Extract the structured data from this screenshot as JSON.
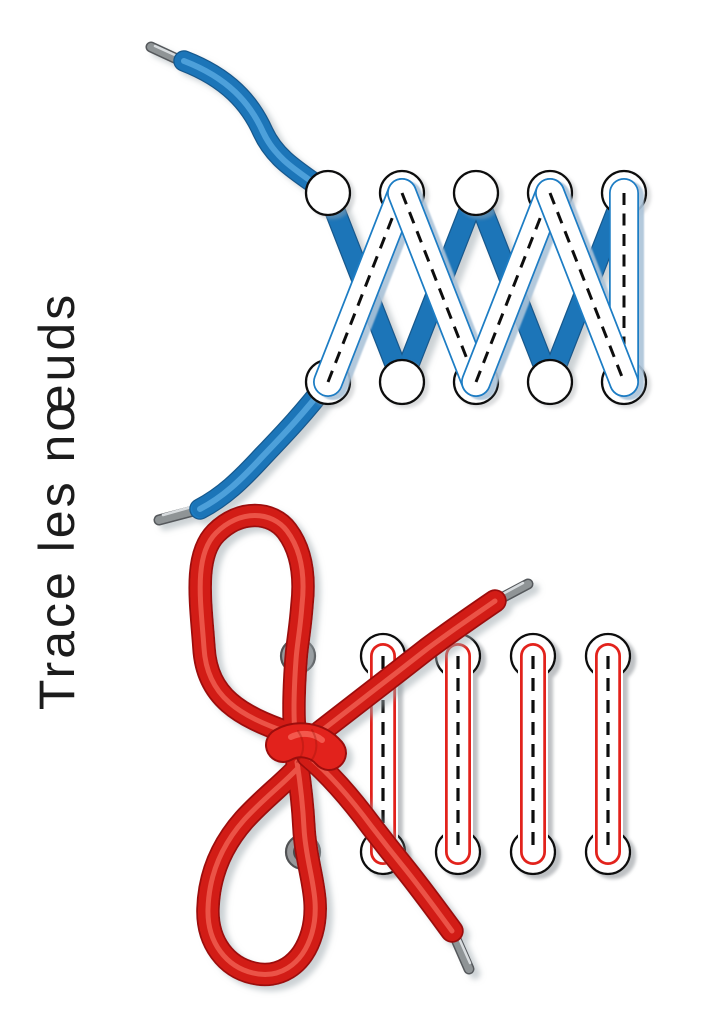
{
  "title": {
    "text": "Trace les nœuds"
  },
  "colors": {
    "background": "#ffffff",
    "title_ink": "#1c1c1c",
    "eyelet_fill": "#ffffff",
    "eyelet_stroke": "#111111",
    "trace_dash": "#111111",
    "blue_lace": "#1f7dc4",
    "blue_lace_dark": "#14588c",
    "blue_lace_light": "#64b4e8",
    "red_lace": "#e2231a",
    "red_lace_dark": "#9c0f0a",
    "red_lace_light": "#ff7d70",
    "aglet_gray": "#8f9496",
    "aglet_dark": "#55595c"
  },
  "diagrams": [
    {
      "id": "criss-cross-lacing",
      "lace_color": "blue",
      "eyelet_rows": 2,
      "eyelet_columns": 5
    },
    {
      "id": "bow-knot",
      "lace_color": "red",
      "trace_columns": 4,
      "grommets": 2
    }
  ]
}
